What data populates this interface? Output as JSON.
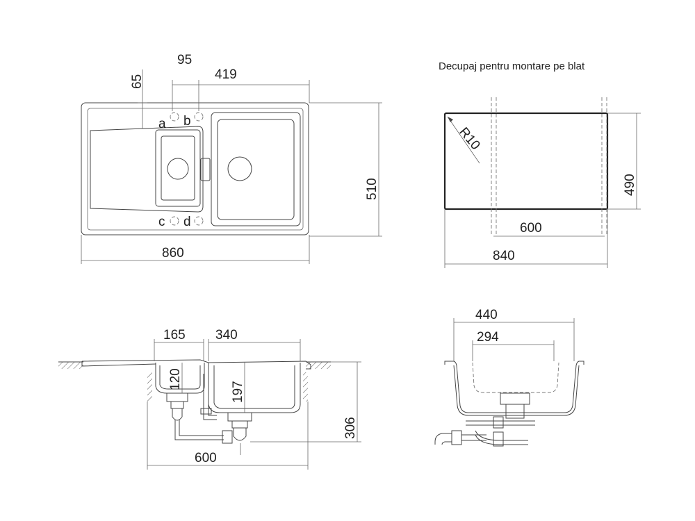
{
  "top_view": {
    "dim_overall_width": "860",
    "dim_overall_depth": "510",
    "dim_tap_offset": "95",
    "dim_tap_edge": "65",
    "dim_bowl_width": "419",
    "tap_labels": [
      "a",
      "b",
      "c",
      "d"
    ]
  },
  "cutout": {
    "title": "Decupaj pentru montare pe blat",
    "dim_width": "840",
    "dim_inner_width": "600",
    "dim_depth": "490",
    "radius_label": "R10"
  },
  "side_view": {
    "dim_small_bowl": "165",
    "dim_main_bowl": "340",
    "dim_small_depth": "120",
    "dim_main_depth": "197",
    "dim_total_height": "306",
    "dim_cabinet": "600"
  },
  "front_view": {
    "dim_outer": "440",
    "dim_inner": "294"
  }
}
